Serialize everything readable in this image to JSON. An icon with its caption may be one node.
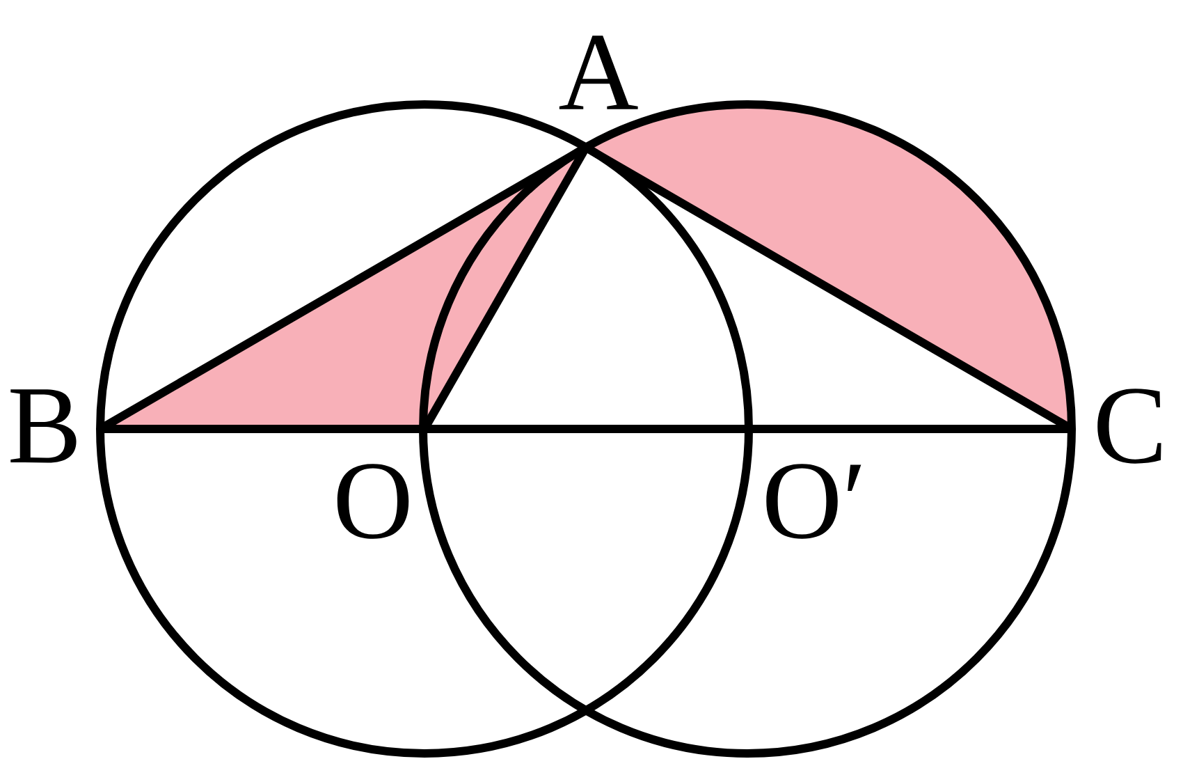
{
  "diagram": {
    "labels": [
      "A",
      "B",
      "C",
      "O",
      "O′"
    ]
  }
}
